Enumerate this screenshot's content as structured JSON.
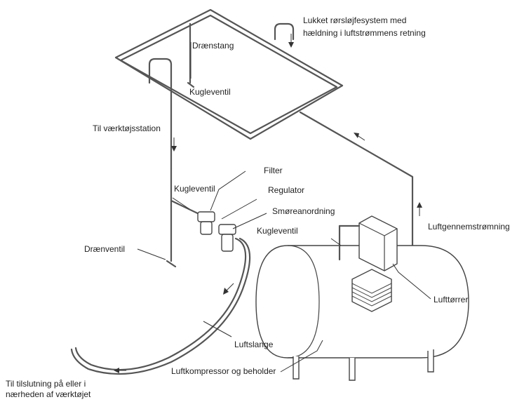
{
  "labels": {
    "closed_loop": "Lukket rørsløjfesystem med",
    "closed_loop_2": "hældning i luftstrømmens retning",
    "drain_leg": "Drænstang",
    "ball_valve_top": "Kugleventil",
    "to_tool_station": "Til værktøjsstation",
    "filter": "Filter",
    "ball_valve_mid": "Kugleventil",
    "regulator": "Regulator",
    "lubricator": "Smøreanordning",
    "ball_valve_right": "Kugleventil",
    "airflow": "Luftgennemstrømning",
    "drain_valve": "Drænventil",
    "dryer": "Lufttørrer",
    "air_hose": "Luftslange",
    "compressor": "Luftkompressor og beholder",
    "tool_connection": "Til tilslutning på eller i",
    "tool_connection_2": "nærheden af værktøjet"
  }
}
